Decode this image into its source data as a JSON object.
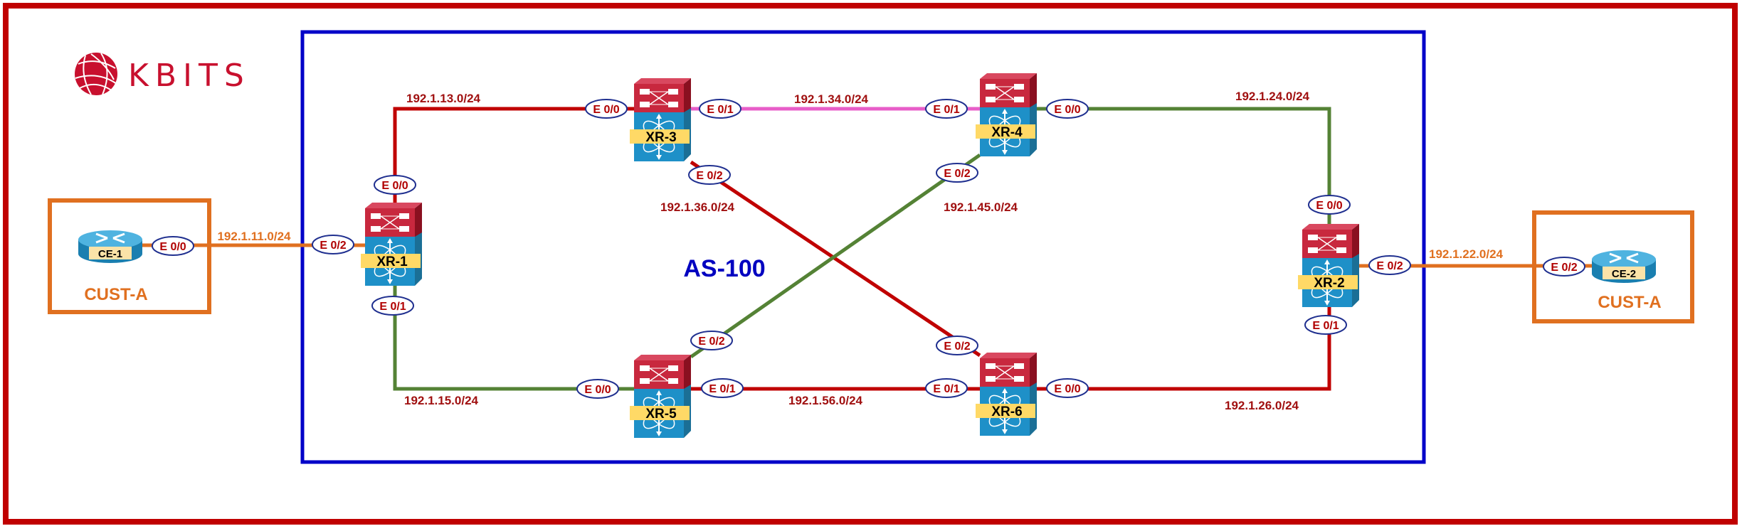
{
  "logo": {
    "text": "KBITS",
    "color": "#c8102e"
  },
  "colors": {
    "outer_border": "#c00000",
    "as_border": "#0000c8",
    "customer": "#e07020",
    "link_red": "#c00000",
    "link_green": "#548235",
    "link_pink": "#e85dc8",
    "interface_text": "#b00000",
    "interface_outline": "#1f2f8f",
    "network_text": "#a01010",
    "device_label_bg": "#ffd966"
  },
  "as_zone": {
    "label": "AS-100"
  },
  "customer_sites": [
    {
      "id": "cust-left",
      "label": "CUST-A"
    },
    {
      "id": "cust-right",
      "label": "CUST-A"
    }
  ],
  "devices": [
    {
      "id": "CE-1",
      "label": "CE-1",
      "type": "router"
    },
    {
      "id": "CE-2",
      "label": "CE-2",
      "type": "router"
    },
    {
      "id": "XR-1",
      "label": "XR-1",
      "type": "xr-switch"
    },
    {
      "id": "XR-2",
      "label": "XR-2",
      "type": "xr-switch"
    },
    {
      "id": "XR-3",
      "label": "XR-3",
      "type": "xr-switch"
    },
    {
      "id": "XR-4",
      "label": "XR-4",
      "type": "xr-switch"
    },
    {
      "id": "XR-5",
      "label": "XR-5",
      "type": "xr-switch"
    },
    {
      "id": "XR-6",
      "label": "XR-6",
      "type": "xr-switch"
    }
  ],
  "links": [
    {
      "id": "ce1-xr1",
      "network": "192.1.11.0/24",
      "color": "orange",
      "a": {
        "device": "CE-1",
        "interface": "E 0/0"
      },
      "b": {
        "device": "XR-1",
        "interface": "E 0/2"
      }
    },
    {
      "id": "xr1-xr3",
      "network": "192.1.13.0/24",
      "color": "red",
      "a": {
        "device": "XR-1",
        "interface": "E 0/0"
      },
      "b": {
        "device": "XR-3",
        "interface": "E 0/0"
      }
    },
    {
      "id": "xr1-xr5",
      "network": "192.1.15.0/24",
      "color": "green",
      "a": {
        "device": "XR-1",
        "interface": "E 0/1"
      },
      "b": {
        "device": "XR-5",
        "interface": "E 0/0"
      }
    },
    {
      "id": "xr3-xr4",
      "network": "192.1.34.0/24",
      "color": "pink",
      "a": {
        "device": "XR-3",
        "interface": "E 0/1"
      },
      "b": {
        "device": "XR-4",
        "interface": "E 0/1"
      }
    },
    {
      "id": "xr3-xr6",
      "network": "192.1.36.0/24",
      "color": "red",
      "a": {
        "device": "XR-3",
        "interface": "E 0/2"
      },
      "b": {
        "device": "XR-6",
        "interface": "E 0/2"
      }
    },
    {
      "id": "xr4-xr5",
      "network": "192.1.45.0/24",
      "color": "green",
      "a": {
        "device": "XR-4",
        "interface": "E 0/2"
      },
      "b": {
        "device": "XR-5",
        "interface": "E 0/2"
      }
    },
    {
      "id": "xr4-xr2",
      "network": "192.1.24.0/24",
      "color": "green",
      "a": {
        "device": "XR-4",
        "interface": "E 0/0"
      },
      "b": {
        "device": "XR-2",
        "interface": "E 0/0"
      }
    },
    {
      "id": "xr5-xr6",
      "network": "192.1.56.0/24",
      "color": "red",
      "a": {
        "device": "XR-5",
        "interface": "E 0/1"
      },
      "b": {
        "device": "XR-6",
        "interface": "E 0/1"
      }
    },
    {
      "id": "xr6-xr2",
      "network": "192.1.26.0/24",
      "color": "red",
      "a": {
        "device": "XR-6",
        "interface": "E 0/0"
      },
      "b": {
        "device": "XR-2",
        "interface": "E 0/1"
      }
    },
    {
      "id": "xr2-ce2",
      "network": "192.1.22.0/24",
      "color": "orange",
      "a": {
        "device": "XR-2",
        "interface": "E 0/2"
      },
      "b": {
        "device": "CE-2",
        "interface": "E 0/2"
      }
    }
  ]
}
